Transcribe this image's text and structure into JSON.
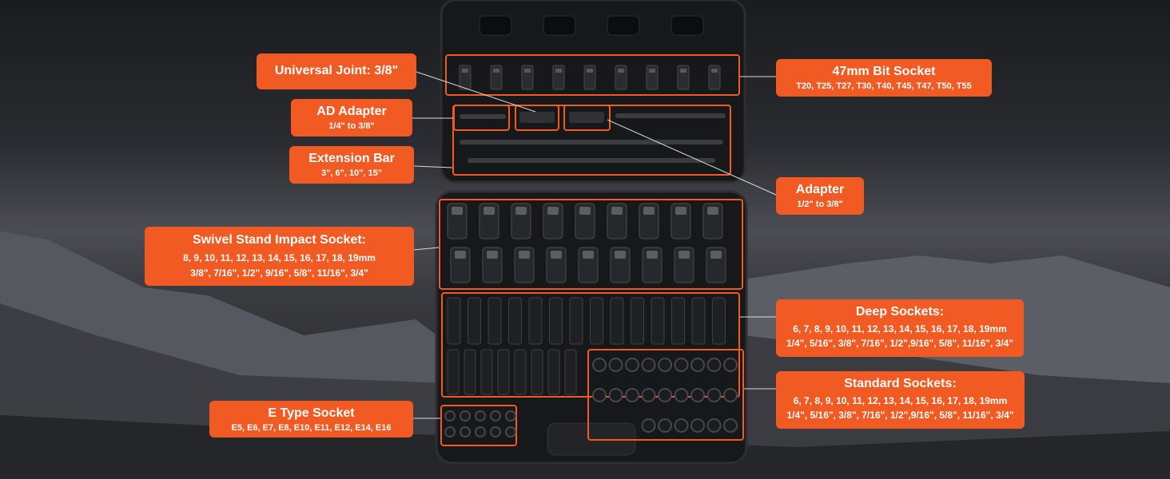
{
  "colors": {
    "accent": "#f15a22",
    "case": "#17181a",
    "background": "#3a3c41"
  },
  "labels": {
    "universal_joint": {
      "title": "Universal Joint: 3/8\""
    },
    "ad_adapter": {
      "title": "AD Adapter",
      "sub": "1/4\" to 3/8\""
    },
    "extension_bar": {
      "title": "Extension Bar",
      "sub": "3\", 6\", 10\", 15\""
    },
    "swivel_stand": {
      "title": "Swivel Stand Impact Socket:",
      "sub1": "8, 9, 10, 11, 12, 13, 14, 15, 16, 17, 18, 19mm",
      "sub2": "3/8\", 7/16\", 1/2\", 9/16\", 5/8\", 11/16\", 3/4\""
    },
    "e_type": {
      "title": "E Type Socket",
      "sub": "E5, E6, E7, E8, E10, E11, E12, E14, E16"
    },
    "bit_socket": {
      "title": "47mm Bit Socket",
      "sub": "T20, T25, T27, T30, T40, T45, T47, T50, T55"
    },
    "adapter": {
      "title": "Adapter",
      "sub": "1/2\" to 3/8\""
    },
    "deep_sockets": {
      "title": "Deep Sockets:",
      "sub1": "6, 7, 8, 9, 10, 11, 12, 13, 14, 15, 16, 17, 18, 19mm",
      "sub2": "1/4\", 5/16\", 3/8\", 7/16\", 1/2\",9/16\", 5/8\", 11/16\", 3/4\""
    },
    "standard_sockets": {
      "title": "Standard Sockets:",
      "sub1": "6, 7, 8, 9, 10, 11, 12, 13, 14, 15, 16, 17, 18, 19mm",
      "sub2": "1/4\", 5/16\", 3/8\", 7/16\", 1/2\",9/16\", 5/8\", 11/16\", 3/4\""
    }
  }
}
